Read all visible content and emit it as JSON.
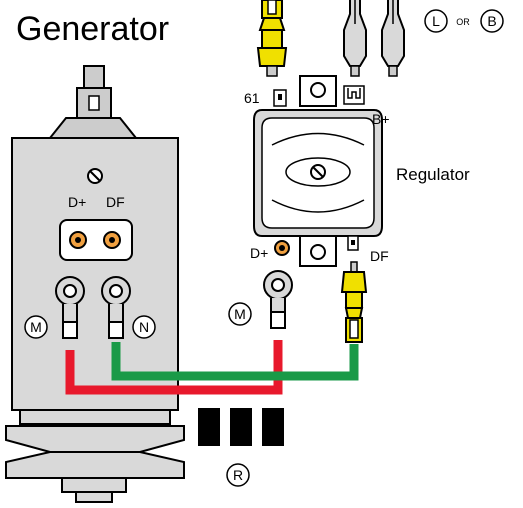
{
  "title": "Generator",
  "generator": {
    "terminal_dplus": "D+",
    "terminal_df": "DF",
    "callout_m": "M",
    "callout_n": "N"
  },
  "regulator": {
    "label": "Regulator",
    "terminal_61": "61",
    "terminal_bplus": "B+",
    "terminal_dplus": "D+",
    "terminal_df": "DF"
  },
  "callouts": {
    "left_m": "M",
    "right_m": "M",
    "n": "N",
    "l": "L",
    "or": "OR",
    "b": "B",
    "r": "R"
  },
  "colors": {
    "red_wire": "#e8192c",
    "green_wire": "#1a9a48",
    "yellow_connector": "#f0e000",
    "gray_body": "#d9d9d9",
    "black": "#000000"
  }
}
